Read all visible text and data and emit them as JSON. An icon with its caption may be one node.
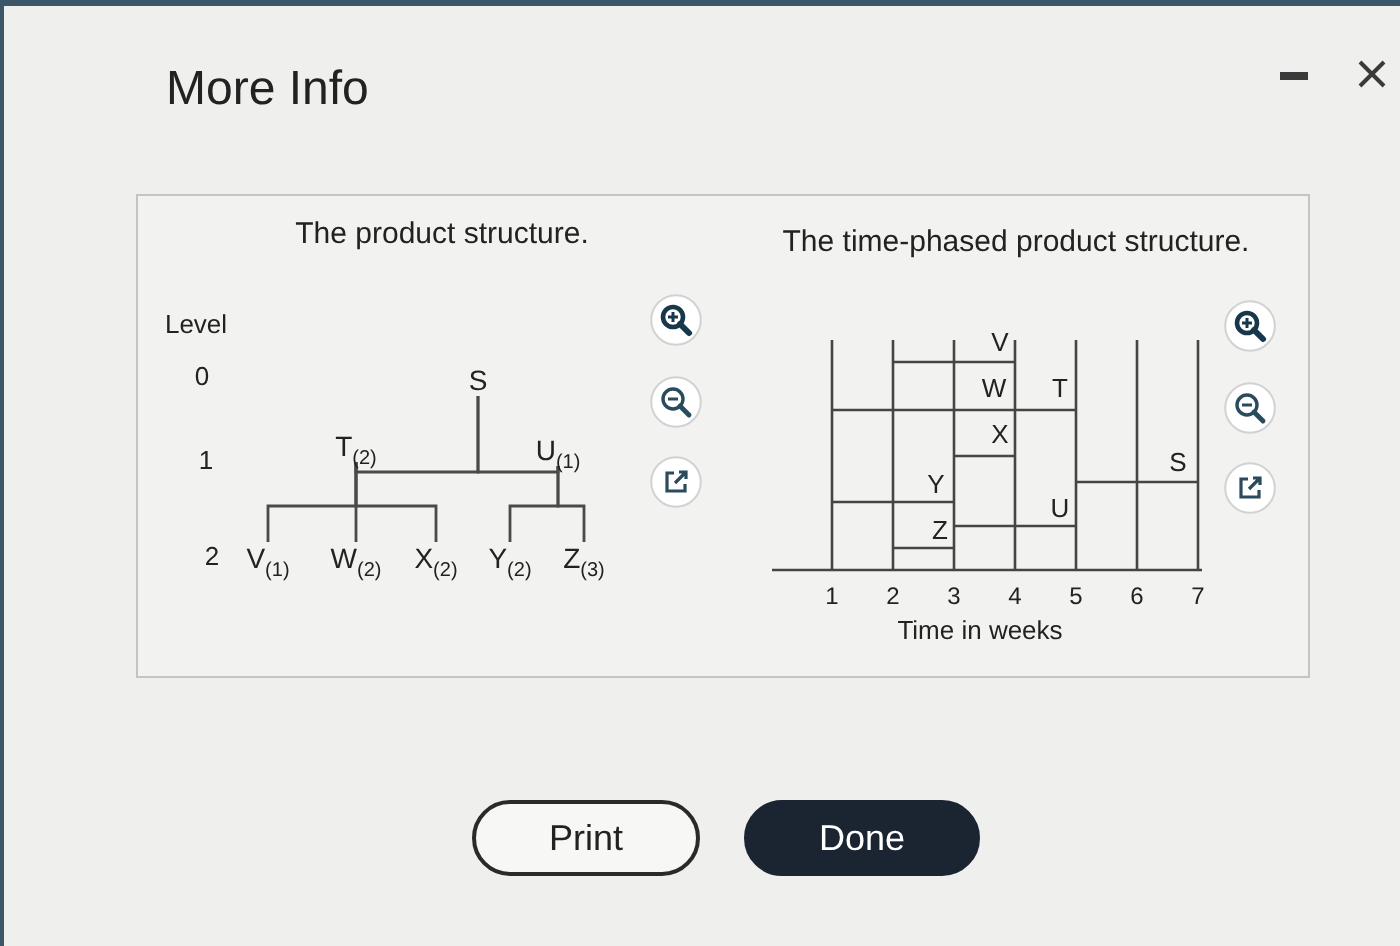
{
  "diagram": {
    "title": "More Info",
    "nodes": [
      {
        "text": [
          "S"
        ]
      },
      {
        "text": [
          "T$_{(2)}$"
        ]
      },
      {
        "text": [
          "U$_{(1)}$"
        ]
      },
      {
        "text": [
          "V$_{(1)}$"
        ]
      },
      {
        "text": [
          "W$_{(2)}$"
        ]
      },
      {
        "text": [
          "X$_{(2)}$"
        ]
      },
      {
        "text": [
          "Y$_{(2)}$"
        ]
      },
      {
        "text": [
          "Z$_{(3)}$"
        ]
      }
    ],
    "edges": [
      {
        "from": 0,
        "to": 1,
        "arrow": "none"
      },
      {
        "from": 0,
        "to": 2,
        "arrow": "none"
      },
      {
        "from": 1,
        "to": 3,
        "arrow": "none"
      },
      {
        "from": 1,
        "to": 4,
        "arrow": "none"
      },
      {
        "from": 1,
        "to": 5,
        "arrow": "none"
      },
      {
        "from": 2,
        "to": 6,
        "arrow": "none"
      },
      {
        "from": 2,
        "to": 7,
        "arrow": "none"
      }
    ],
    "labels": [
      "The product structure.",
      "Level",
      "0",
      "1",
      "2",
      "The time-phased product structure.",
      "V",
      "W",
      "T",
      "X",
      "S",
      "Y",
      "U",
      "Z",
      "1",
      "2",
      "3",
      "4",
      "5",
      "6",
      "7",
      "Time in weeks",
      "Print",
      "Done"
    ]
  }
}
